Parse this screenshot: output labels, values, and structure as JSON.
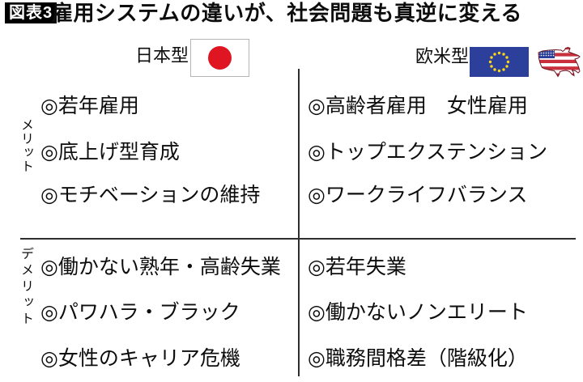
{
  "title": {
    "badge": "図表3",
    "text": "雇用システムの違いが、社会問題も真逆に変える"
  },
  "header": {
    "japan_label": "日本型",
    "west_label": "欧米型",
    "japan_flag_icon": "japan-flag",
    "eu_flag_icon": "eu-flag",
    "us_flag_icon": "us-map-flag"
  },
  "row_labels": {
    "merit": "メリット",
    "demerit": "デメリット"
  },
  "grid": {
    "merit": {
      "japan": [
        "◎若年雇用",
        "◎底上げ型育成",
        "◎モチベーションの維持"
      ],
      "west": [
        "◎高齢者雇用　女性雇用",
        "◎トップエクステンション",
        "◎ワークライフバランス"
      ]
    },
    "demerit": {
      "japan": [
        "◎働かない熟年・高齢失業",
        "◎パワハラ・ブラック",
        "◎女性のキャリア危機"
      ],
      "west": [
        "◎若年失業",
        "◎働かないノンエリート",
        "◎職務間格差（階級化）"
      ]
    }
  },
  "colors": {
    "badge_bg": "#000000",
    "badge_text": "#ffffff",
    "text": "#0d0d0d",
    "grid_line": "#2e2e2e",
    "japan_flag_red": "#df1522",
    "japan_flag_border": "#b5b5b5",
    "eu_flag_blue": "#2b3f9b",
    "eu_star_yellow": "#ffd617",
    "us_stripe_red": "#c7303c",
    "us_canton_blue": "#2b3f9b",
    "us_outline": "#6b1620"
  }
}
